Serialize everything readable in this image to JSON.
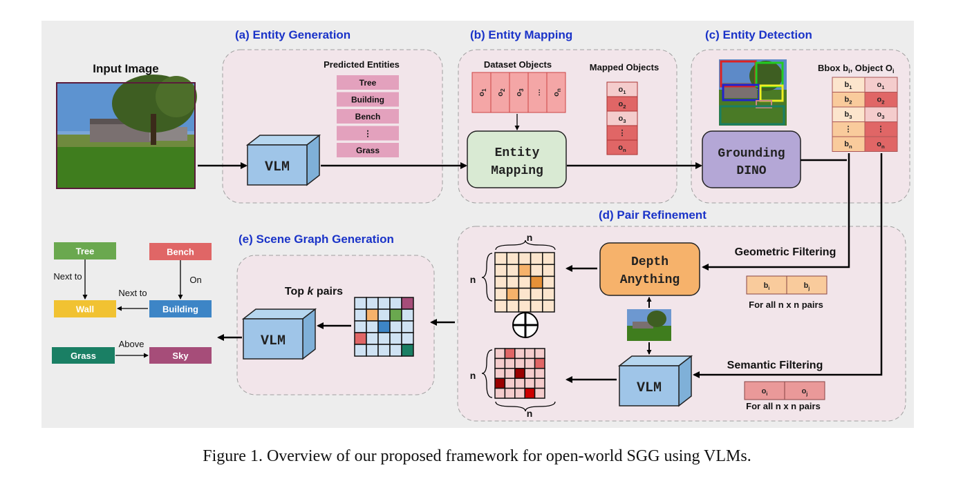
{
  "caption": "Figure 1. Overview of our proposed framework for open-world SGG using VLMs.",
  "input_image": {
    "label": "Input Image"
  },
  "sections": {
    "entity_generation": {
      "title": "(a) Entity Generation",
      "predicted_label": "Predicted Entities",
      "entities": [
        "Tree",
        "Building",
        "Bench",
        "⋮",
        "Grass"
      ],
      "vlm": "VLM"
    },
    "entity_mapping": {
      "title": "(b) Entity Mapping",
      "dataset_label": "Dataset Objects",
      "dataset_cells": [
        "o1",
        "o2",
        "o3",
        "…",
        "on"
      ],
      "mapped_label": "Mapped Objects",
      "mapped_cells": [
        "o1",
        "o2",
        "o3",
        "⋮",
        "on"
      ],
      "box_line1": "Entity",
      "box_line2": "Mapping"
    },
    "entity_detection": {
      "title": "(c) Entity Detection",
      "bbox_label": "Bbox b",
      "bbox_label_sub": "i",
      "object_label": ", Object O",
      "object_label_sub": "i",
      "box_line1": "Grounding",
      "box_line2": "DINO",
      "b_cells": [
        "b1",
        "b2",
        "b3",
        "⋮",
        "bn"
      ],
      "o_cells": [
        "o1",
        "o2",
        "o3",
        "⋮",
        "on"
      ]
    },
    "pair_refinement": {
      "title": "(d) Pair Refinement",
      "geometric": "Geometric Filtering",
      "semantic": "Semantic Filtering",
      "depth_line1": "Depth",
      "depth_line2": "Anything",
      "vlm": "VLM",
      "pair_geo": [
        "bi",
        "bj"
      ],
      "pair_sem": [
        "oi",
        "oj"
      ],
      "all_pairs": "For all n x n pairs",
      "n": "n",
      "plus": "+"
    },
    "scene_graph": {
      "title": "(e) Scene Graph Generation",
      "top_k_prefix": "Top ",
      "top_k_k": "k",
      "top_k_suffix": " pairs",
      "vlm": "VLM"
    }
  },
  "graph": {
    "nodes": [
      {
        "id": "tree",
        "label": "Tree",
        "color": "#6aa84f"
      },
      {
        "id": "bench",
        "label": "Bench",
        "color": "#e06666"
      },
      {
        "id": "wall",
        "label": "Wall",
        "color": "#f1c232"
      },
      {
        "id": "building",
        "label": "Building",
        "color": "#3d85c6"
      },
      {
        "id": "grass",
        "label": "Grass",
        "color": "#1a7f64"
      },
      {
        "id": "sky",
        "label": "Sky",
        "color": "#a64d79"
      }
    ],
    "edges": [
      {
        "from": "tree",
        "to": "wall",
        "label": "Next to"
      },
      {
        "from": "bench",
        "to": "building",
        "label": "On"
      },
      {
        "from": "building",
        "to": "wall",
        "label": "Next to"
      },
      {
        "from": "grass",
        "to": "sky",
        "label": "Above"
      }
    ]
  },
  "colors": {
    "panel": "#ededed",
    "region": "#f2e5ea",
    "vlm": "#9fc5e8",
    "entity_mapping": "#d9ead3",
    "grounding": "#b4a7d6",
    "depth": "#f6b26b",
    "entity_cell": "#e3a1bd",
    "accent_title": "#1a33c8"
  }
}
